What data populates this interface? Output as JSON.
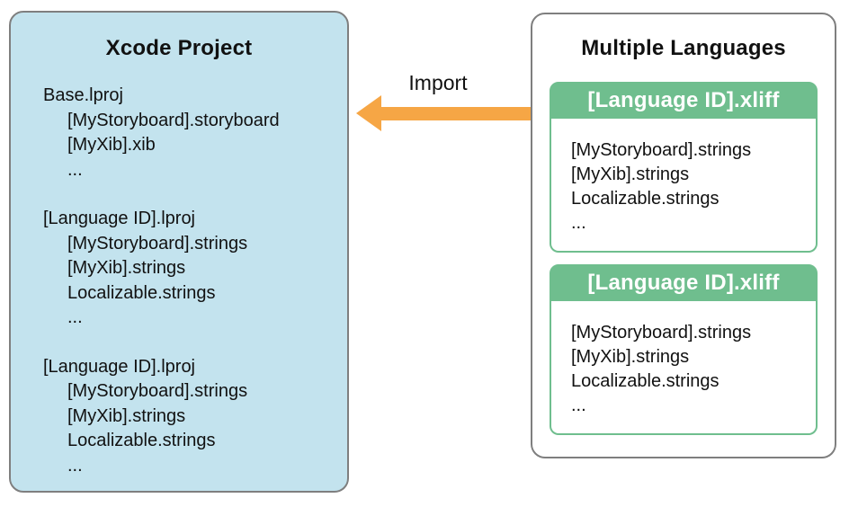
{
  "diagram": {
    "colors": {
      "panel_blue": "#c3e3ee",
      "border_gray": "#7f7f7f",
      "green": "#6fbe8e",
      "arrow_orange": "#f6a645"
    },
    "left_panel": {
      "title": "Xcode Project",
      "groups": [
        {
          "header": "Base.lproj",
          "items": [
            "[MyStoryboard].storyboard",
            "[MyXib].xib",
            "..."
          ]
        },
        {
          "header": "[Language ID].lproj",
          "items": [
            "[MyStoryboard].strings",
            "[MyXib].strings",
            "Localizable.strings",
            "..."
          ]
        },
        {
          "header": "[Language ID].lproj",
          "items": [
            "[MyStoryboard].strings",
            "[MyXib].strings",
            "Localizable.strings",
            "..."
          ]
        }
      ]
    },
    "arrow": {
      "label": "Import"
    },
    "right_panel": {
      "title": "Multiple Languages",
      "files": [
        {
          "header": "[Language ID].xliff",
          "items": [
            "[MyStoryboard].strings",
            "[MyXib].strings",
            "Localizable.strings",
            "..."
          ]
        },
        {
          "header": "[Language ID].xliff",
          "items": [
            "[MyStoryboard].strings",
            "[MyXib].strings",
            "Localizable.strings",
            "..."
          ]
        }
      ]
    }
  }
}
